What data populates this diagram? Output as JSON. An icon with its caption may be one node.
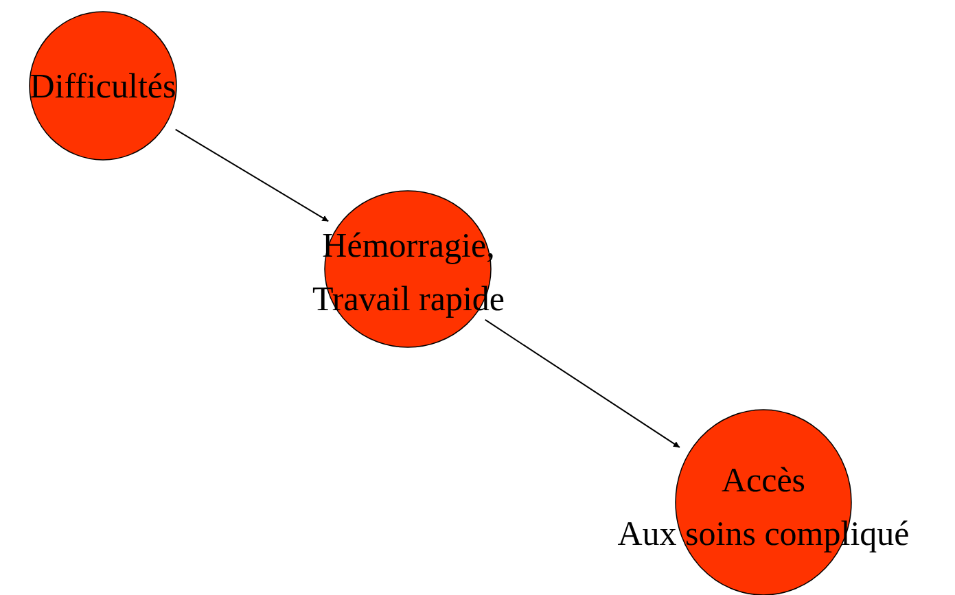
{
  "diagram": {
    "nodes": [
      {
        "text": [
          "Difficultés"
        ]
      },
      {
        "text": [
          "Hémorragie, Travail rapide"
        ]
      },
      {
        "text": [
          "Accès",
          "Aux soins compliqué"
        ]
      }
    ],
    "edges": [
      {
        "from": 0,
        "to": 1,
        "arrow": "to"
      },
      {
        "from": 1,
        "to": 2,
        "arrow": "to"
      }
    ]
  }
}
